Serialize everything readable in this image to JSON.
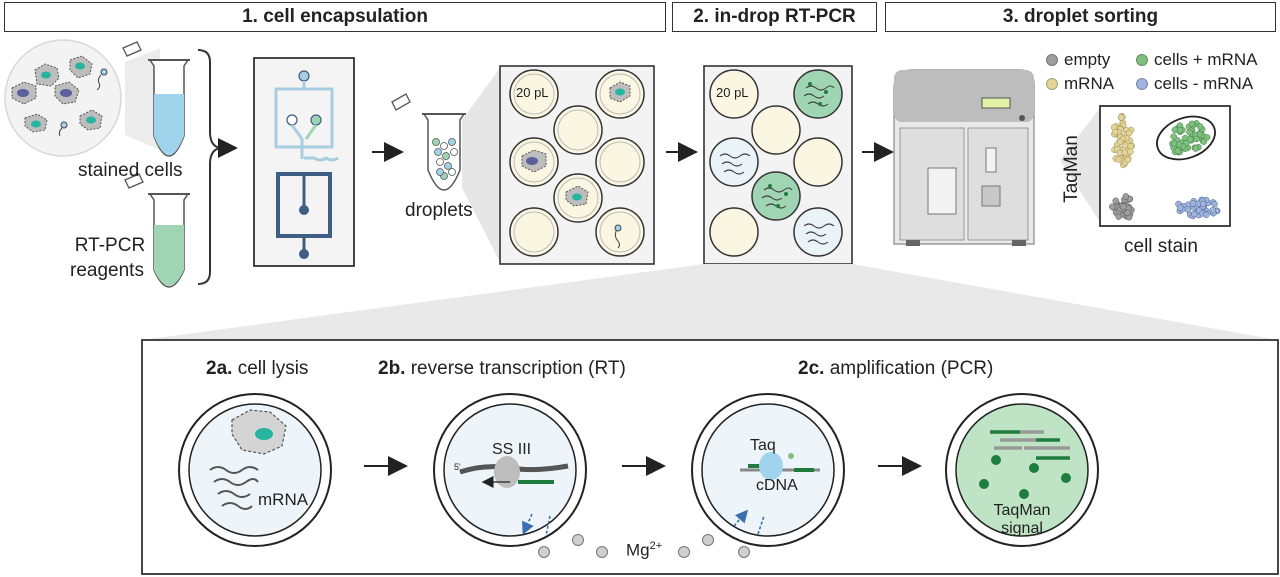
{
  "stages": [
    {
      "label": "1. cell encapsulation"
    },
    {
      "label": "2. in-drop RT-PCR"
    },
    {
      "label": "3. droplet sorting"
    }
  ],
  "labels": {
    "stained_cells": "stained cells",
    "rtpcr_line1": "RT-PCR",
    "rtpcr_line2": "reagents",
    "droplets": "droplets",
    "volume_1": "20 pL",
    "volume_2": "20 pL",
    "y_axis": "TaqMan",
    "x_axis": "cell stain"
  },
  "legend": [
    {
      "label": "empty",
      "color": "#9e9e9e"
    },
    {
      "label": "cells + mRNA",
      "color": "#7fbf7f"
    },
    {
      "label": "mRNA",
      "color": "#e3d59a"
    },
    {
      "label": "cells - mRNA",
      "color": "#9fb4dc"
    }
  ],
  "detail": {
    "step_a_num": "2a.",
    "step_a_text": " cell lysis",
    "step_b_num": "2b.",
    "step_b_text": " reverse transcription (RT)",
    "step_c_num": "2c.",
    "step_c_text": " amplification (PCR)",
    "mrna": "mRNA",
    "enzyme_rt": "SS III",
    "enzyme_taq": "Taq",
    "cdna": "cDNA",
    "five_prime": "5'",
    "magnesium": "Mg",
    "magnesium_charge": "2+",
    "signal_line1": "TaqMan",
    "signal_line2": "signal"
  },
  "colors": {
    "accent_blue": "#9fd4ec",
    "accent_green": "#9fd5b3",
    "droplet_fill": "#fbf6e2",
    "cell_gray": "#b8b8b8",
    "nucleus_teal": "#28b5a0",
    "dark_blue": "#3f5e86",
    "light_blue_channel": "#a8cce0"
  }
}
